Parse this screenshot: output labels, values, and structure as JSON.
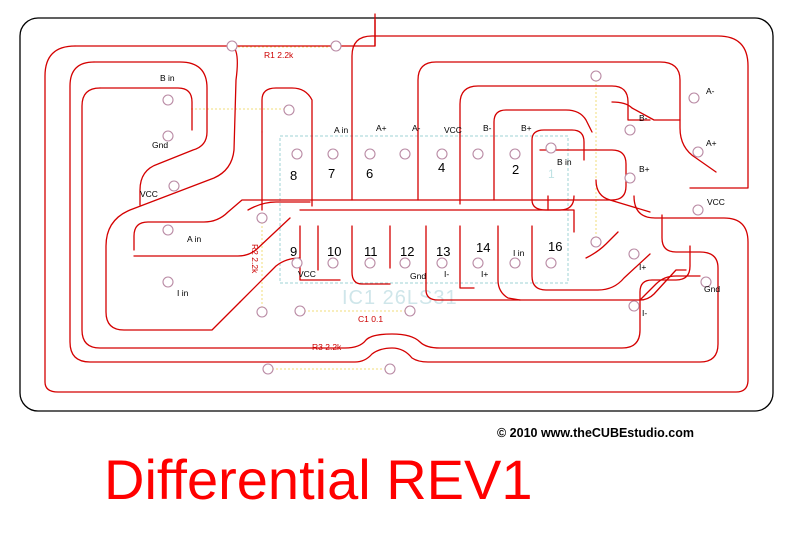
{
  "footer": {
    "title": "Differential REV1",
    "copyright": "© 2010 www.theCUBEstudio.com"
  },
  "ic": {
    "name": "IC1 26LS31",
    "pin1_mark": "1",
    "pins": [
      "8",
      "7",
      "6",
      "4",
      "2",
      "9",
      "10",
      "11",
      "12",
      "13",
      "14",
      "16"
    ]
  },
  "components": {
    "r1": "R1 2.2k",
    "r2": "R2 2.2k",
    "r3": "R3 2.2k",
    "c1": "C1 0.1"
  },
  "labels": {
    "b_in_left": "B in",
    "gnd_left": "Gnd",
    "vcc_left": "VCC",
    "a_in_left": "A in",
    "i_in_left": "I in",
    "a_in_top": "A in",
    "a_plus_top": "A+",
    "a_minus_top": "A-",
    "vcc_top": "VCC",
    "b_minus_top": "B-",
    "b_plus_top": "B+",
    "b_in_ic": "B in",
    "vcc_bottom": "VCC",
    "gnd_bottom": "Gnd",
    "i_minus_bottom": "I-",
    "i_plus_bottom": "I+",
    "i_in_bottom": "I in",
    "a_minus_right": "A-",
    "a_plus_right": "A+",
    "b_minus_right": "B-",
    "b_plus_right": "B+",
    "vcc_right": "VCC",
    "i_plus_right": "I+",
    "gnd_right": "Gnd",
    "i_minus_right": "I-"
  },
  "colors": {
    "trace": "#d40000",
    "title": "#ff0000",
    "ic_outline": "#9fd3d6",
    "silkscreen": "#f2de78"
  }
}
